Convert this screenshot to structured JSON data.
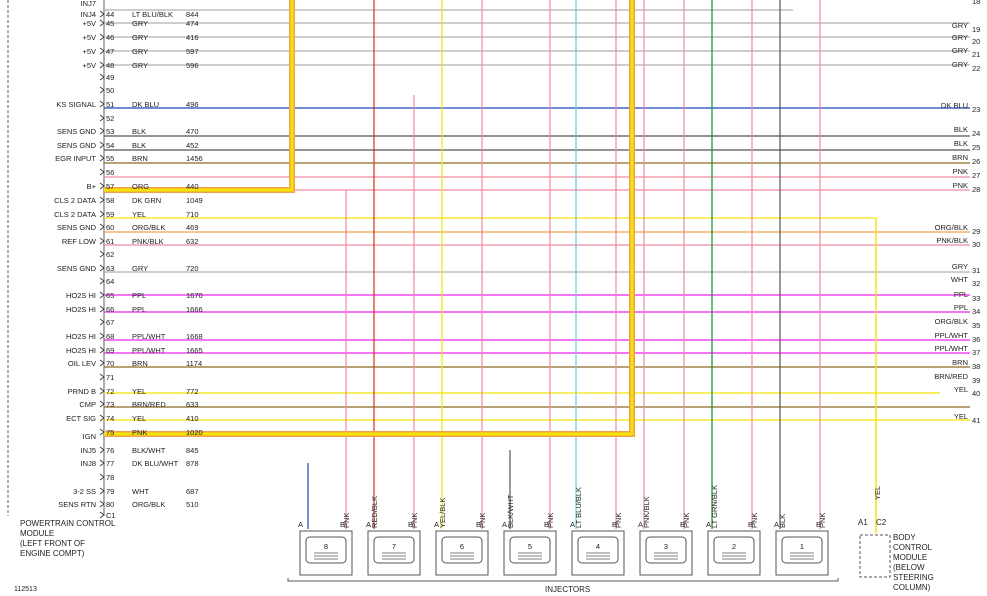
{
  "diagram_id": "112513",
  "injectors_label": "INJECTORS",
  "pcm": {
    "label": [
      "POWERTRAIN CONTROL",
      "MODULE",
      "(LEFT FRONT OF",
      "ENGINE COMPT)"
    ],
    "first_pin_note": "INJ7"
  },
  "bcm": {
    "label": [
      "BODY",
      "CONTROL",
      "MODULE",
      "(BELOW",
      "STEERING",
      "COLUMN)"
    ],
    "pins": [
      "A1",
      "C2"
    ],
    "wire_color": "YEL"
  },
  "colors": {
    "yellow": "#f5e400",
    "orange": "#f0a050",
    "red": "#d83020",
    "pink": "#f08aa0",
    "cyan": "#60d0e0",
    "blue": "#2040c0",
    "green": "#109030",
    "brown": "#8a6a20",
    "gray": "#b0b0b0",
    "dark": "#555555",
    "magenta": "#f020f0",
    "pcm_border": "#606060"
  },
  "pcm_rows": [
    {
      "label": "INJ7",
      "pin": "",
      "color": "",
      "circuit": ""
    },
    {
      "label": "INJ4",
      "pin": "44",
      "color": "LT BLU/BLK",
      "circuit": "844"
    },
    {
      "label": "+5V",
      "pin": "45",
      "color": "GRY",
      "circuit": "474"
    },
    {
      "label": "+5V",
      "pin": "46",
      "color": "GRY",
      "circuit": "416"
    },
    {
      "label": "+5V",
      "pin": "47",
      "color": "GRY",
      "circuit": "597"
    },
    {
      "label": "+5V",
      "pin": "48",
      "color": "GRY",
      "circuit": "596"
    },
    {
      "label": "",
      "pin": "49",
      "color": "",
      "circuit": ""
    },
    {
      "label": "",
      "pin": "50",
      "color": "",
      "circuit": ""
    },
    {
      "label": "KS SIGNAL",
      "pin": "51",
      "color": "DK BLU",
      "circuit": "496"
    },
    {
      "label": "",
      "pin": "52",
      "color": "",
      "circuit": ""
    },
    {
      "label": "SENS GND",
      "pin": "53",
      "color": "BLK",
      "circuit": "470"
    },
    {
      "label": "SENS GND",
      "pin": "54",
      "color": "BLK",
      "circuit": "452"
    },
    {
      "label": "EGR INPUT",
      "pin": "55",
      "color": "BRN",
      "circuit": "1456"
    },
    {
      "label": "",
      "pin": "56",
      "color": "",
      "circuit": ""
    },
    {
      "label": "B+",
      "pin": "57",
      "color": "ORG",
      "circuit": "440"
    },
    {
      "label": "CLS 2 DATA",
      "pin": "58",
      "color": "DK GRN",
      "circuit": "1049"
    },
    {
      "label": "CLS 2 DATA",
      "pin": "59",
      "color": "YEL",
      "circuit": "710"
    },
    {
      "label": "SENS GND",
      "pin": "60",
      "color": "ORG/BLK",
      "circuit": "469"
    },
    {
      "label": "REF LOW",
      "pin": "61",
      "color": "PNK/BLK",
      "circuit": "632"
    },
    {
      "label": "",
      "pin": "62",
      "color": "",
      "circuit": ""
    },
    {
      "label": "SENS GND",
      "pin": "63",
      "color": "GRY",
      "circuit": "720"
    },
    {
      "label": "",
      "pin": "64",
      "color": "",
      "circuit": ""
    },
    {
      "label": "HO2S HI",
      "pin": "65",
      "color": "PPL",
      "circuit": "1670"
    },
    {
      "label": "HO2S HI",
      "pin": "66",
      "color": "PPL",
      "circuit": "1666"
    },
    {
      "label": "",
      "pin": "67",
      "color": "",
      "circuit": ""
    },
    {
      "label": "HO2S HI",
      "pin": "68",
      "color": "PPL/WHT",
      "circuit": "1668"
    },
    {
      "label": "HO2S HI",
      "pin": "69",
      "color": "PPL/WHT",
      "circuit": "1665"
    },
    {
      "label": "OIL LEV",
      "pin": "70",
      "color": "BRN",
      "circuit": "1174"
    },
    {
      "label": "",
      "pin": "71",
      "color": "",
      "circuit": ""
    },
    {
      "label": "PRND B",
      "pin": "72",
      "color": "YEL",
      "circuit": "772"
    },
    {
      "label": "CMP",
      "pin": "73",
      "color": "BRN/RED",
      "circuit": "633"
    },
    {
      "label": "ECT SIG",
      "pin": "74",
      "color": "YEL",
      "circuit": "410"
    },
    {
      "label": "",
      "pin": "75",
      "color": "PNK",
      "circuit": "1020"
    },
    {
      "label": "IGN",
      "pin": "",
      "color": "",
      "circuit": ""
    },
    {
      "label": "INJ5",
      "pin": "76",
      "color": "BLK/WHT",
      "circuit": "845"
    },
    {
      "label": "INJ8",
      "pin": "77",
      "color": "DK BLU/WHT",
      "circuit": "878"
    },
    {
      "label": "",
      "pin": "78",
      "color": "",
      "circuit": ""
    },
    {
      "label": "3-2 SS",
      "pin": "79",
      "color": "WHT",
      "circuit": "687"
    },
    {
      "label": "SENS RTN",
      "pin": "80",
      "color": "ORG/BLK",
      "circuit": "510"
    },
    {
      "label": "",
      "pin": "C1",
      "color": "",
      "circuit": ""
    }
  ],
  "right_rows": [
    {
      "color": "",
      "num": "18"
    },
    {
      "color": "GRY",
      "num": "19"
    },
    {
      "color": "GRY",
      "num": "20"
    },
    {
      "color": "GRY",
      "num": "21"
    },
    {
      "color": "GRY",
      "num": "22"
    },
    {
      "color": "DK BLU",
      "num": "23"
    },
    {
      "color": "BLK",
      "num": "24"
    },
    {
      "color": "BLK",
      "num": "25"
    },
    {
      "color": "BRN",
      "num": "26"
    },
    {
      "color": "PNK",
      "num": "27"
    },
    {
      "color": "PNK",
      "num": "28"
    },
    {
      "color": "ORG/BLK",
      "num": "29"
    },
    {
      "color": "PNK/BLK",
      "num": "30"
    },
    {
      "color": "GRY",
      "num": "31"
    },
    {
      "color": "WHT",
      "num": "32"
    },
    {
      "color": "PPL",
      "num": "33"
    },
    {
      "color": "PPL",
      "num": "34"
    },
    {
      "color": "ORG/BLK",
      "num": "35"
    },
    {
      "color": "PPL/WHT",
      "num": "36"
    },
    {
      "color": "PPL/WHT",
      "num": "37"
    },
    {
      "color": "BRN",
      "num": "38"
    },
    {
      "color": "BRN/RED",
      "num": "39"
    },
    {
      "color": "YEL",
      "num": "40"
    },
    {
      "color": "YEL",
      "num": "41"
    }
  ],
  "injectors": [
    {
      "number": "8",
      "a_pin": "A",
      "a_color": "",
      "b_pin": "B",
      "b_color": "PNK"
    },
    {
      "number": "7",
      "a_pin": "A",
      "a_color": "RED/BLK",
      "b_pin": "B",
      "b_color": "PNK"
    },
    {
      "number": "6",
      "a_pin": "A",
      "a_color": "YEL/BLK",
      "b_pin": "B",
      "b_color": "PNK"
    },
    {
      "number": "5",
      "a_pin": "A",
      "a_color": "BLK/WHT",
      "b_pin": "B",
      "b_color": "PNK"
    },
    {
      "number": "4",
      "a_pin": "A",
      "a_color": "LT BLU/BLK",
      "b_pin": "B",
      "b_color": "PNK"
    },
    {
      "number": "3",
      "a_pin": "A",
      "a_color": "PNK/BLK",
      "b_pin": "B",
      "b_color": "PNK"
    },
    {
      "number": "2",
      "a_pin": "A",
      "a_color": "LT GRN/BLK",
      "b_pin": "B",
      "b_color": "PNK"
    },
    {
      "number": "1",
      "a_pin": "A",
      "a_color": "BLK",
      "b_pin": "B",
      "b_color": "PNK"
    }
  ]
}
